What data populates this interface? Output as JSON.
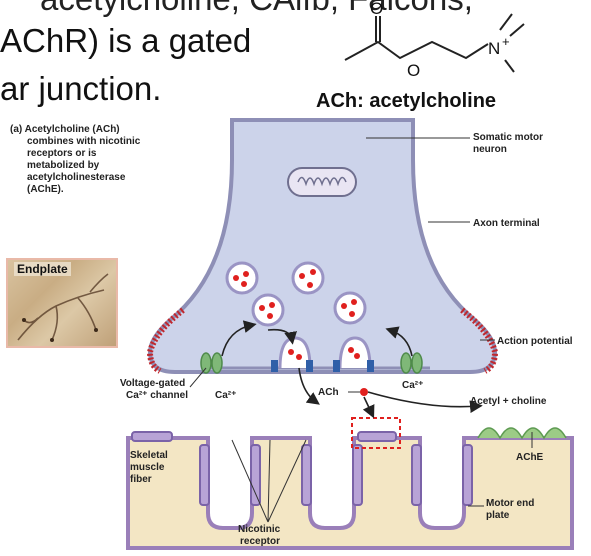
{
  "slide_text": {
    "top_fragment": "acetylcholine, CAlfb; Falcons,",
    "line1": "AChR) is a gated",
    "line2": "ar junction."
  },
  "molecule": {
    "caption": "ACh: acetylcholine",
    "atom_o_top": "O",
    "atom_o_mid": "O",
    "atom_n": "N",
    "charge": "+"
  },
  "diagram": {
    "panel_caption_lines": [
      "(a) Acetylcholine (ACh)",
      "combines with nicotinic",
      "receptors or is",
      "metabolized by",
      "acetylcholinesterase",
      "(AChE)."
    ],
    "labels": {
      "somatic_motor_neuron": [
        "Somatic motor",
        "neuron"
      ],
      "axon_terminal": "Axon terminal",
      "action_potential": "Action potential",
      "voltage_gated_channel": [
        "Voltage-gated",
        "Ca²⁺ channel"
      ],
      "ca_left": "Ca²⁺",
      "ca_right": "Ca²⁺",
      "ach": "ACh",
      "acetyl_choline": "Acetyl + choline",
      "ache": "AChE",
      "skeletal_muscle_fiber": [
        "Skeletal",
        "muscle",
        "fiber"
      ],
      "motor_end_plate": [
        "Motor end",
        "plate"
      ],
      "nicotinic_receptor": [
        "Nicotinic",
        "receptor"
      ]
    },
    "endplate_label": "Endplate"
  },
  "colors": {
    "terminal_fill": "#ccd3ea",
    "terminal_stroke": "#8e8fb6",
    "action_potential_red": "#c0282e",
    "muscle_fill": "#f3e6c4",
    "vesicle_fill": "#ffffff",
    "vesicle_stroke": "#9a94c4",
    "ach_dot": "#e0201e",
    "receptor_purple": "#9b84c2",
    "channel_green": "#7fb878",
    "ache_green": "#9ccb86",
    "blue_block": "#2f5fa8"
  }
}
